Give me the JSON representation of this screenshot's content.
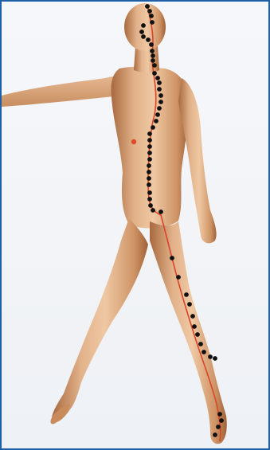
{
  "figure": {
    "subject": "acupuncture-meridian-illustration",
    "colors": {
      "border": "#1f5fa8",
      "skin_light": "#e9bf98",
      "skin_mid": "#d49b6e",
      "skin_shadow": "#a8693f",
      "meridian_line": "#d9452b",
      "acupoint": "#111111",
      "marker_point": "#e0482c"
    },
    "meridian_point_count": 52,
    "marker_point_count": 1
  }
}
